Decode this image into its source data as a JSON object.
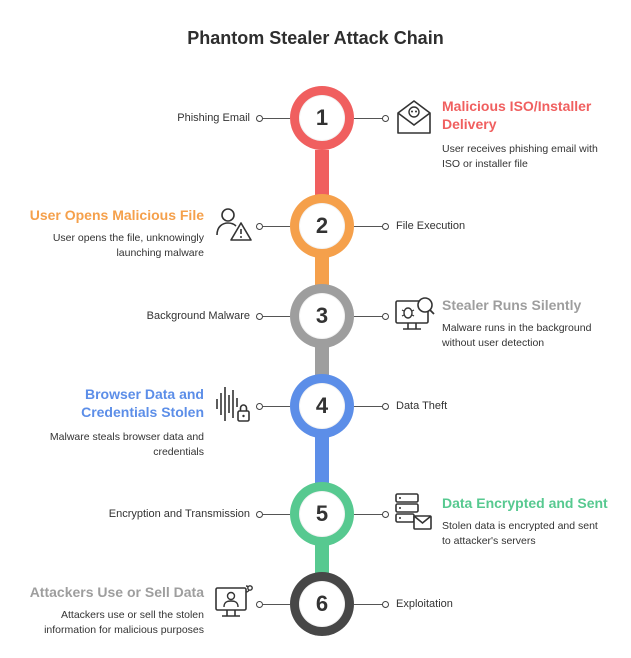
{
  "title": "Phantom Stealer Attack Chain",
  "colors": {
    "step1": "#f05f5f",
    "step2": "#f5a04b",
    "step3": "#9e9e9e",
    "step4": "#5c8ee8",
    "step5": "#57c990",
    "step6": "#474747"
  },
  "steps": [
    {
      "number": "1",
      "label": "Phishing Email",
      "heading_line1": "Malicious ISO/Installer",
      "heading_line2": "Delivery",
      "desc_line1": "User receives phishing email with",
      "desc_line2": "ISO or installer file",
      "icon": "email-skull-icon"
    },
    {
      "number": "2",
      "label": "File Execution",
      "heading_line1": "User Opens Malicious File",
      "desc_line1": "User opens the file, unknowingly",
      "desc_line2": "launching malware",
      "icon": "user-warning-icon"
    },
    {
      "number": "3",
      "label": "Background Malware",
      "heading_line1": "Stealer Runs Silently",
      "desc_line1": "Malware runs in the background",
      "desc_line2": "without user detection",
      "icon": "monitor-bug-search-icon"
    },
    {
      "number": "4",
      "label": "Data Theft",
      "heading_line1": "Browser Data and",
      "heading_line2": "Credentials Stolen",
      "desc_line1": "Malware steals browser data and",
      "desc_line2": "credentials",
      "icon": "soundwave-lock-icon"
    },
    {
      "number": "5",
      "label": "Encryption and Transmission",
      "heading_line1": "Data Encrypted and Sent",
      "desc_line1": "Stolen data is encrypted and sent",
      "desc_line2": "to attacker's servers",
      "icon": "server-mail-icon"
    },
    {
      "number": "6",
      "label": "Exploitation",
      "heading_line1": "Attackers Use or Sell Data",
      "desc_line1": "Attackers use or sell the stolen",
      "desc_line2": "information for malicious purposes",
      "icon": "monitor-hacker-icon"
    }
  ]
}
